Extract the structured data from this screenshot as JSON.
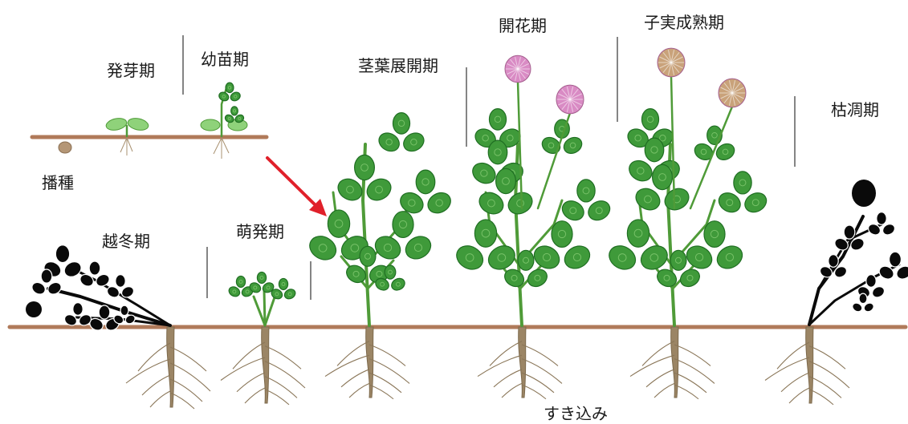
{
  "labels": {
    "sowing": "播種",
    "germination": "発芽期",
    "seedling": "幼苗期",
    "overwintering": "越冬期",
    "sprouting": "萌発期",
    "stem_leaf_expansion": "茎葉展開期",
    "flowering": "開花期",
    "seed_ripening": "子実成熟期",
    "withering": "枯凋期",
    "plowing_in": "すき込み"
  },
  "colors": {
    "soil_line": "#b07a5a",
    "leaf": "#3f9a3a",
    "leaf_dark": "#1f6e22",
    "leaf_light": "#8fd27a",
    "stem": "#4f9b38",
    "flower": "#d98bc4",
    "ripe_flower": "#c9a27a",
    "root": "#9b8565",
    "arrow": "#e0202a",
    "silhouette": "#0a0a0a",
    "seed": "#b49676"
  }
}
